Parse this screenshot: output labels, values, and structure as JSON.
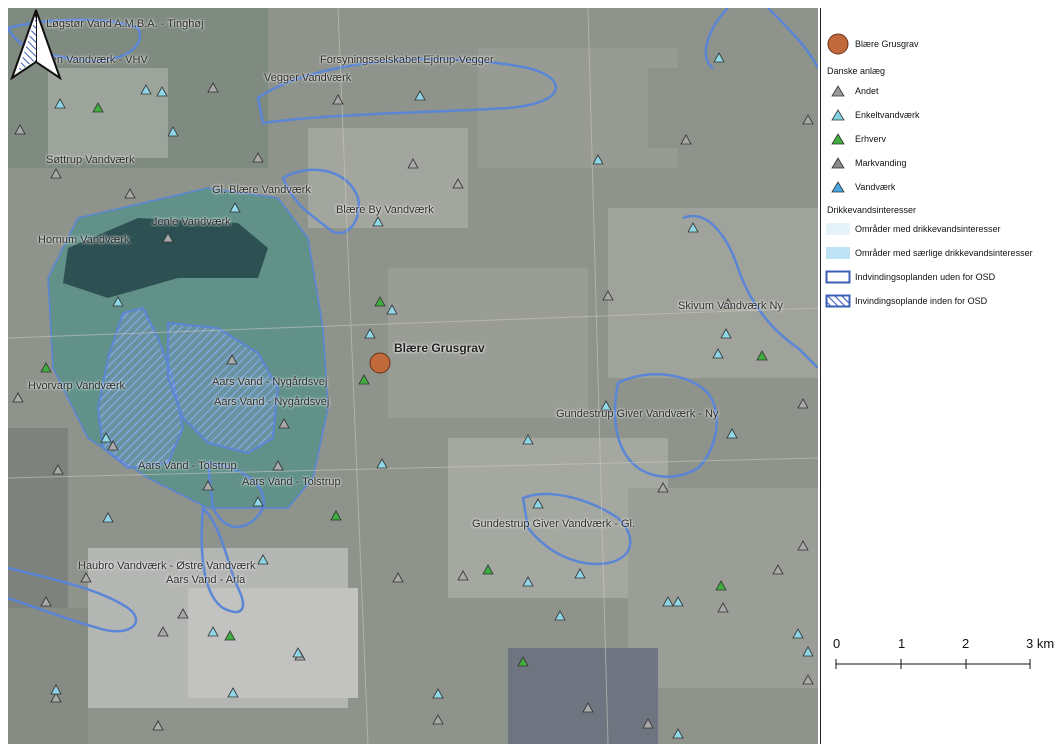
{
  "site": {
    "label": "Blære Grusgrav",
    "color": "#c0693a"
  },
  "map_labels": [
    "Løgstør Vand A.M.B.A. - Tinghøj",
    "Gatten Vandværk - VHV",
    "Forsyningsselskabet Ejdrup-Vegger",
    "Vegger Vandværk",
    "Søttrup Vandværk",
    "Gl. Blære Vandværk",
    "Blære By Vandværk",
    "Jenle Vandværk",
    "Hornum Vandværk",
    "Skivum Vandværk Ny",
    "Hvorvarp Vandværk",
    "Aars Vand - Nygårdsvej",
    "Aars Vand - Nygårdsvej",
    "Gundestrup Giver Vandværk - Ny",
    "Aars Vand - Tolstrup",
    "Aars Vand - Tolstrup",
    "Gundestrup Giver Vandværk - Gl.",
    "Haubro Vandværk - Østre Vandværk",
    "Aars Vand - Arla"
  ],
  "legend": {
    "site_label": "Blære Grusgrav",
    "group1_title": "Danske anlæg",
    "anlaeg": [
      {
        "label": "Andet",
        "color": "#9a9a9a"
      },
      {
        "label": "Enkeltvandværk",
        "color": "#7fd1e0"
      },
      {
        "label": "Erhverv",
        "color": "#3fae3f"
      },
      {
        "label": "Markvanding",
        "color": "#8a8a8a"
      },
      {
        "label": "Vandværk",
        "color": "#48a6e0"
      }
    ],
    "group2_title": "Drikkevandsinteresser",
    "interesser": [
      {
        "label": "Områder med drikkevandsinteresser",
        "color": "#e6f2fa"
      },
      {
        "label": "Områder med særlige drikkevandsinteresser",
        "color": "#bfe3f5"
      },
      {
        "label": "Indvindingsoplanden uden for OSD",
        "color": "#3b5fb5"
      },
      {
        "label": "Invindingsoplande inden for OSD",
        "color": "#3b5fb5"
      }
    ]
  },
  "scalebar": {
    "ticks": [
      "0",
      "1",
      "2",
      "3 km"
    ]
  },
  "colors": {
    "catchment_line": "#5b86d6",
    "osd_fill": "#3e8f8a",
    "hatch": "#6c8fe0",
    "marker_andet": "#a9a9a9",
    "marker_enkelt": "#8fd6e6",
    "marker_erhverv": "#3fae3f"
  },
  "north_arrow_icon": "north-arrow-icon"
}
